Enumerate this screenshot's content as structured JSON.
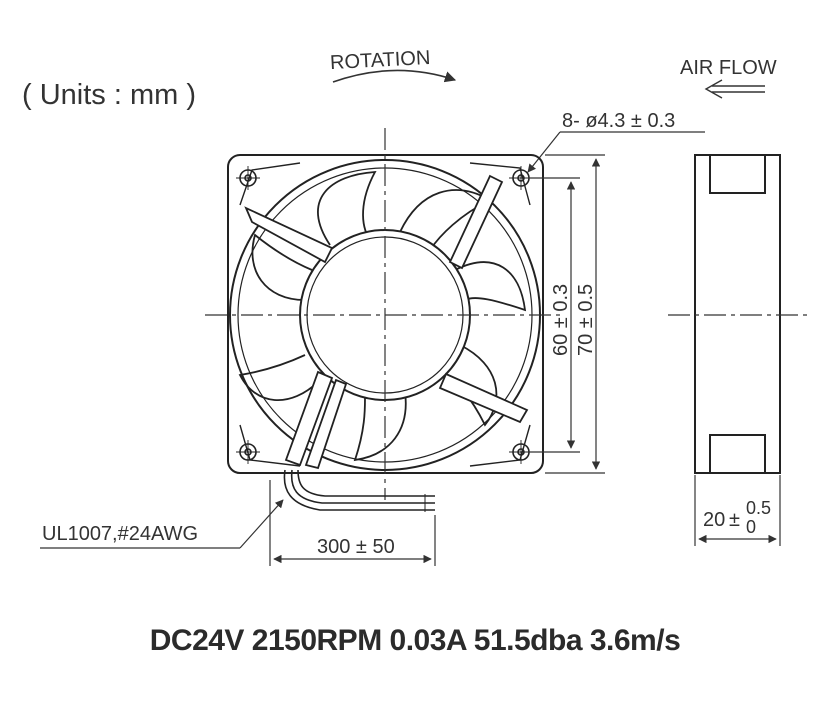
{
  "labels": {
    "units": "( Units : mm )",
    "rotation": "ROTATION",
    "air_flow": "AIR FLOW",
    "holes": "8- ø4.3 ± 0.3",
    "cable": "UL1007,#24AWG",
    "cable_length": "300 ± 50",
    "dim_inner": "60 ± 0.3",
    "dim_outer": "70 ± 0.5",
    "thickness_nominal": "20",
    "thickness_tol_upper": "0.5",
    "thickness_tol_lower": "0"
  },
  "spec_line": "DC24V 2150RPM 0.03A 51.5dba 3.6m/s"
}
